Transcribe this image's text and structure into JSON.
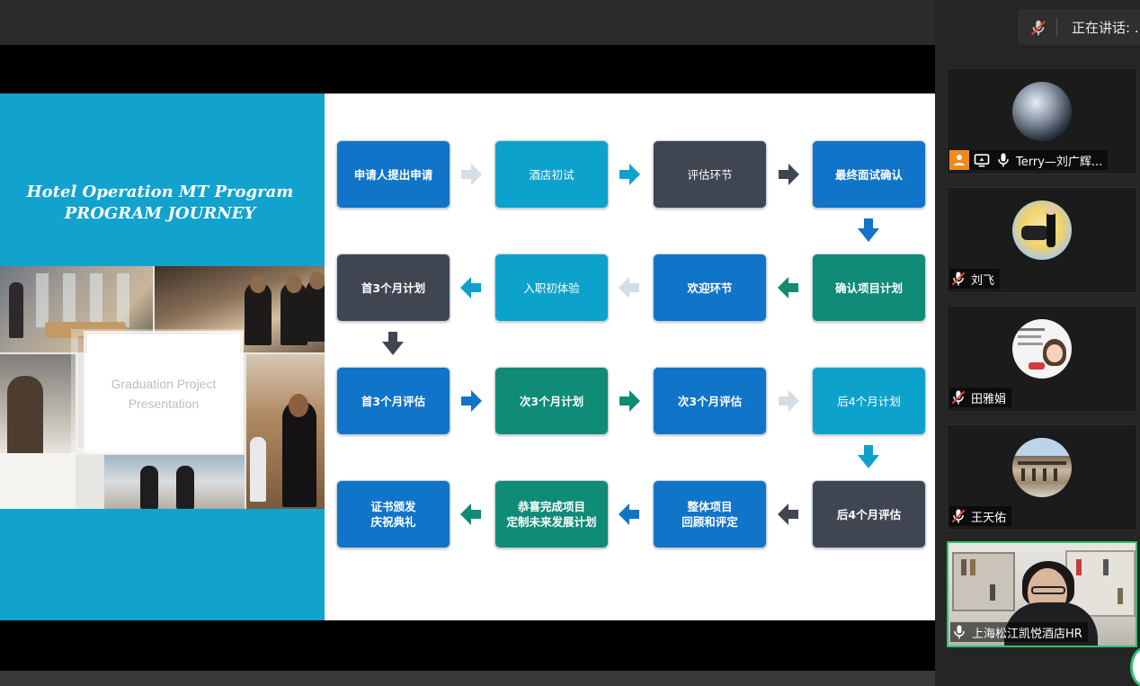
{
  "topbar": {
    "speaking_label": "正在讲话: ..."
  },
  "slide": {
    "title_line1": "Hotel Operation MT Program",
    "title_line2": "PROGRAM JOURNEY",
    "card_line1": "Graduation Project",
    "card_line2": "Presentation"
  },
  "flow": {
    "colors": {
      "blue": "#1074c9",
      "cyan": "#0da2cc",
      "gray": "#3f4651",
      "teal": "#0f8b78",
      "lightgray": "#d5dce2"
    },
    "steps": [
      {
        "label": "申请人提出申请",
        "color": "blue"
      },
      {
        "label": "酒店初试",
        "color": "cyan"
      },
      {
        "label": "评估环节",
        "color": "gray"
      },
      {
        "label": "最终面试确认",
        "color": "blue"
      },
      {
        "label": "确认项目计划",
        "color": "teal"
      },
      {
        "label": "欢迎环节",
        "color": "blue"
      },
      {
        "label": "入职初体验",
        "color": "cyan"
      },
      {
        "label": "首3个月计划",
        "color": "gray"
      },
      {
        "label": "首3个月评估",
        "color": "blue"
      },
      {
        "label": "次3个月计划",
        "color": "teal"
      },
      {
        "label": "次3个月评估",
        "color": "blue"
      },
      {
        "label": "后4个月计划",
        "color": "cyan"
      },
      {
        "label": "后4个月评估",
        "color": "gray"
      },
      {
        "label": "整体项目\n回顾和评定",
        "color": "blue"
      },
      {
        "label": "恭喜完成项目\n定制未来发展计划",
        "color": "teal"
      },
      {
        "label": "证书颁发\n庆祝典礼",
        "color": "blue"
      }
    ]
  },
  "participants": [
    {
      "name": "Terry—刘广辉...",
      "mic": "on",
      "icon": "moon-avatar"
    },
    {
      "name": "刘飞",
      "mic": "muted",
      "icon": "cartoon-avatar"
    },
    {
      "name": "田雅娟",
      "mic": "muted",
      "icon": "girl-avatar"
    },
    {
      "name": "王天佑",
      "mic": "muted",
      "icon": "building-avatar"
    },
    {
      "name": "上海松江凯悦酒店HR",
      "mic": "on",
      "icon": "camera-video"
    }
  ]
}
